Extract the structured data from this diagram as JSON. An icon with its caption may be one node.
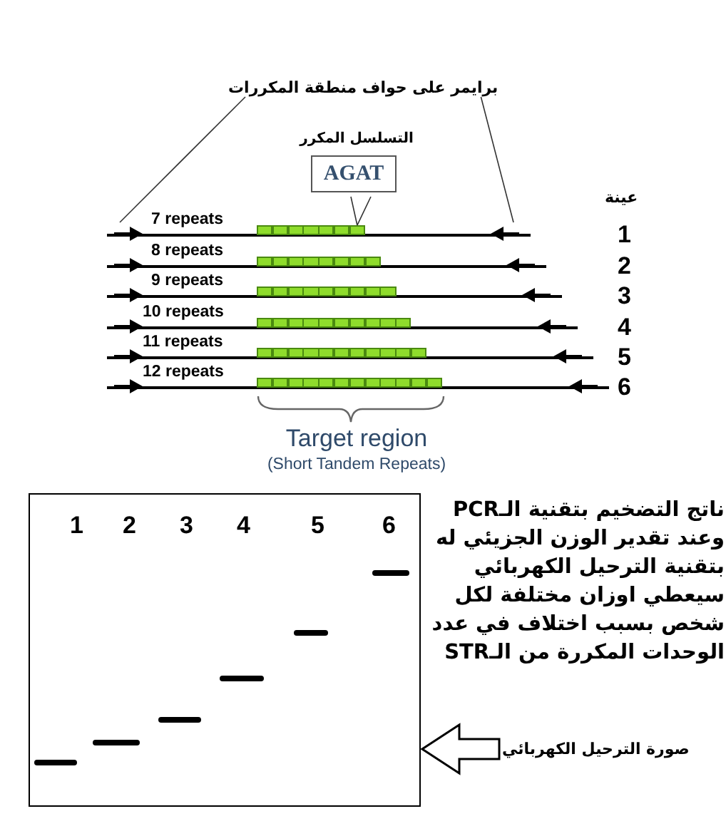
{
  "diagram": {
    "nodes": [
      {
        "text": [
          "برايمر على حواف منطقة المكررات"
        ]
      },
      {
        "text": [],
        "shape": "arrow"
      },
      {
        "text": [],
        "shape": "arrow"
      },
      {
        "text": [
          "التسلسل المكرر",
          "AGAT"
        ]
      },
      {
        "text": [],
        "shape": "box"
      },
      {
        "text": [
          "1",
          "2",
          "3",
          "4",
          "5",
          "6"
        ]
      },
      {
        "text": [
          "صورة الترحيل الكهربائي"
        ]
      },
      {
        "text": [],
        "shape": "arrow"
      },
      {
        "text": [],
        "shape": "arrow"
      },
      {
        "text": [],
        "shape": "arrow"
      },
      {
        "text": [],
        "shape": "arrow"
      },
      {
        "text": [],
        "shape": "arrow"
      },
      {
        "text": [],
        "shape": "arrow"
      },
      {
        "text": [],
        "shape": "arrow"
      },
      {
        "text": [],
        "shape": "arrow"
      },
      {
        "text": [],
        "shape": "arrow"
      },
      {
        "text": [],
        "shape": "arrow"
      }
    ],
    "edges": [
      {
        "from": 0,
        "to": 1,
        "arrow": "none"
      },
      {
        "from": 0,
        "to": 2,
        "arrow": "none"
      },
      {
        "from": 3,
        "to": 4,
        "arrow": "none"
      },
      {
        "from": 6,
        "to": 5,
        "arrow": "to"
      }
    ],
    "labels": [
      "عينة",
      "7 repeats",
      "1",
      "8 repeats",
      "2",
      "9 repeats",
      "3",
      "10 repeats",
      "4",
      "11 repeats",
      "5",
      "12 repeats",
      "6",
      "Target region",
      "(Short Tandem Repeats)",
      "ناتج التضخيم بتقنية الـPCR وعند تقدير الوزن الجزيئي له بتقنية الترحيل الكهربائي سيعطي اوزان مختلفة لكل شخص بسبب اختلاف في عدد الوحدات المكررة من الـSTR"
    ]
  }
}
